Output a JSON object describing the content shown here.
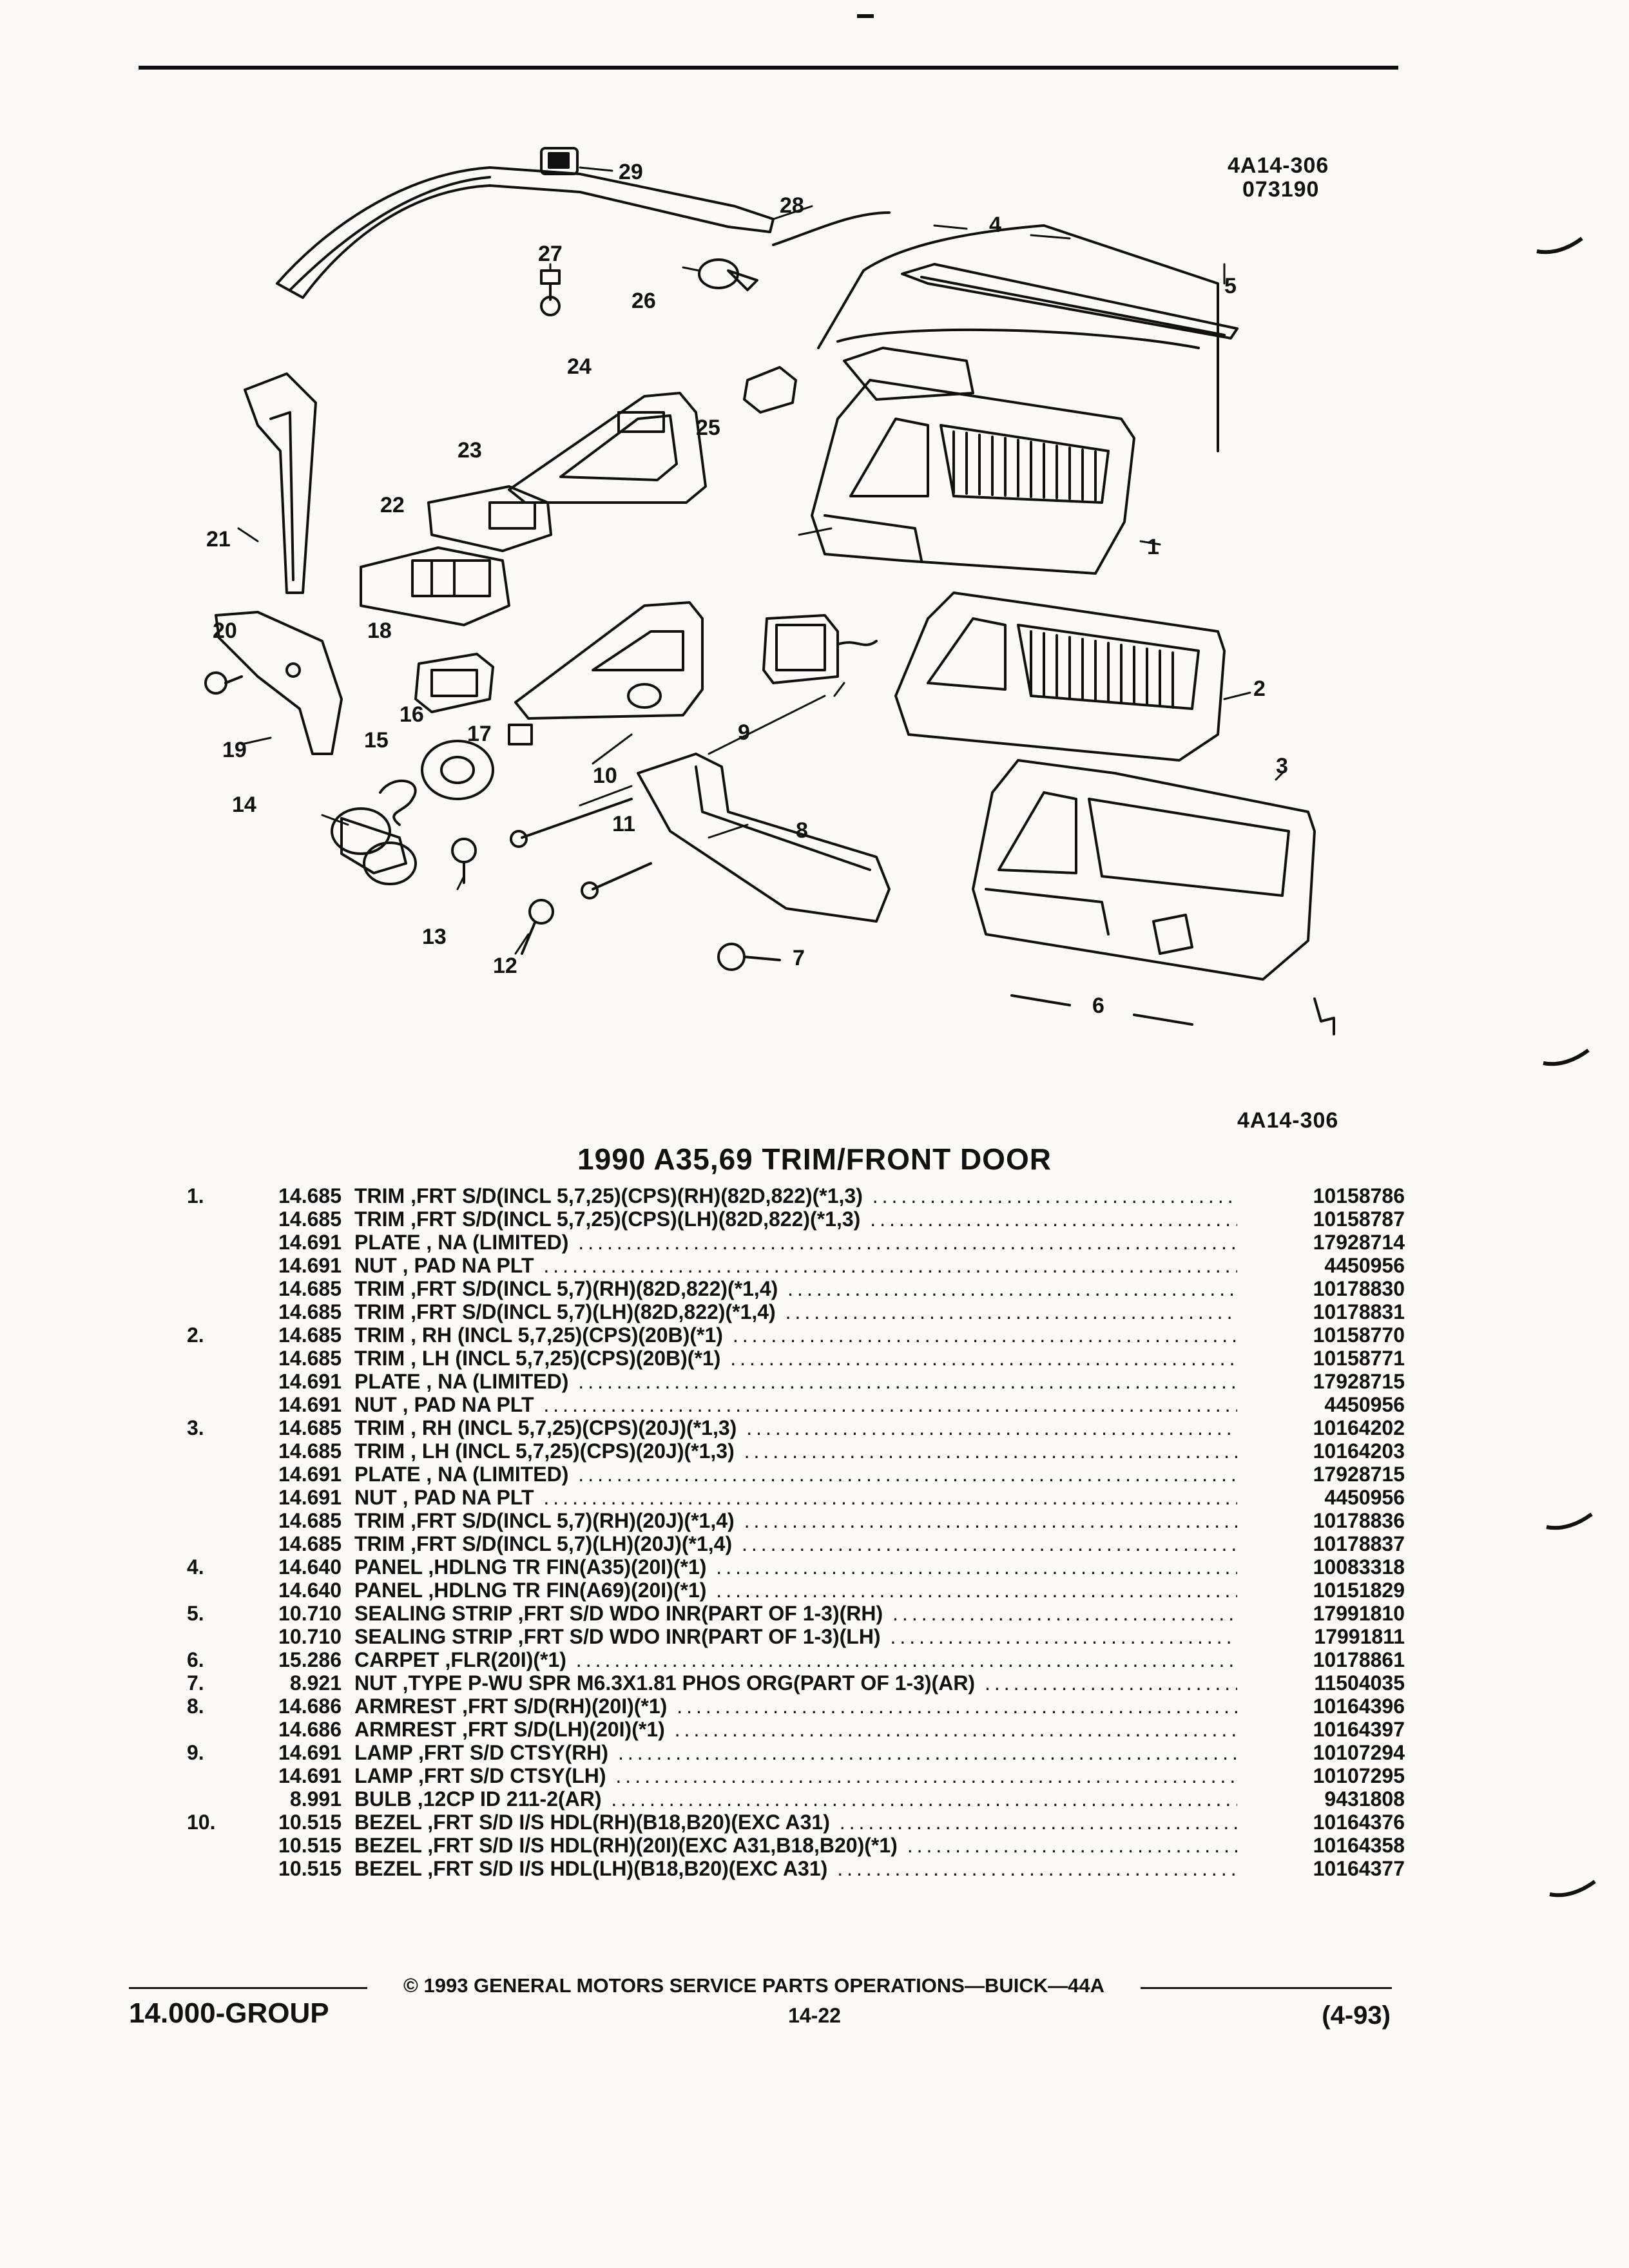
{
  "figure": {
    "id": "4A14-306",
    "date_code": "073190",
    "id_bottom": "4A14-306",
    "callouts": [
      "1",
      "2",
      "3",
      "4",
      "5",
      "6",
      "7",
      "8",
      "9",
      "10",
      "11",
      "12",
      "13",
      "14",
      "15",
      "16",
      "17",
      "18",
      "19",
      "20",
      "21",
      "22",
      "23",
      "24",
      "25",
      "26",
      "27",
      "28",
      "29"
    ]
  },
  "section_title": "1990 A35,69 TRIM/FRONT DOOR",
  "parts": [
    {
      "ref": "1.",
      "group": "14.685",
      "desc": "TRIM ,FRT S/D(INCL 5,7,25)(CPS)(RH)(82D,822)(*1,3)",
      "part": "10158786"
    },
    {
      "ref": "",
      "group": "14.685",
      "desc": "TRIM ,FRT S/D(INCL 5,7,25)(CPS)(LH)(82D,822)(*1,3)",
      "part": "10158787"
    },
    {
      "ref": "",
      "group": "14.691",
      "desc": "PLATE , NA (LIMITED)",
      "part": "17928714"
    },
    {
      "ref": "",
      "group": "14.691",
      "desc": "NUT , PAD NA PLT",
      "part": "4450956"
    },
    {
      "ref": "",
      "group": "14.685",
      "desc": "TRIM ,FRT S/D(INCL 5,7)(RH)(82D,822)(*1,4)",
      "part": "10178830"
    },
    {
      "ref": "",
      "group": "14.685",
      "desc": "TRIM ,FRT S/D(INCL 5,7)(LH)(82D,822)(*1,4)",
      "part": "10178831"
    },
    {
      "ref": "2.",
      "group": "14.685",
      "desc": "TRIM , RH (INCL 5,7,25)(CPS)(20B)(*1)",
      "part": "10158770"
    },
    {
      "ref": "",
      "group": "14.685",
      "desc": "TRIM , LH (INCL 5,7,25)(CPS)(20B)(*1)",
      "part": "10158771"
    },
    {
      "ref": "",
      "group": "14.691",
      "desc": "PLATE , NA (LIMITED)",
      "part": "17928715"
    },
    {
      "ref": "",
      "group": "14.691",
      "desc": "NUT , PAD NA PLT",
      "part": "4450956"
    },
    {
      "ref": "3.",
      "group": "14.685",
      "desc": "TRIM , RH (INCL 5,7,25)(CPS)(20J)(*1,3)",
      "part": "10164202"
    },
    {
      "ref": "",
      "group": "14.685",
      "desc": "TRIM , LH (INCL 5,7,25)(CPS)(20J)(*1,3)",
      "part": "10164203"
    },
    {
      "ref": "",
      "group": "14.691",
      "desc": "PLATE , NA (LIMITED)",
      "part": "17928715"
    },
    {
      "ref": "",
      "group": "14.691",
      "desc": "NUT , PAD NA PLT",
      "part": "4450956"
    },
    {
      "ref": "",
      "group": "14.685",
      "desc": "TRIM ,FRT S/D(INCL 5,7)(RH)(20J)(*1,4)",
      "part": "10178836"
    },
    {
      "ref": "",
      "group": "14.685",
      "desc": "TRIM ,FRT S/D(INCL 5,7)(LH)(20J)(*1,4)",
      "part": "10178837"
    },
    {
      "ref": "4.",
      "group": "14.640",
      "desc": "PANEL ,HDLNG TR FIN(A35)(20I)(*1)",
      "part": "10083318"
    },
    {
      "ref": "",
      "group": "14.640",
      "desc": "PANEL ,HDLNG TR FIN(A69)(20I)(*1)",
      "part": "10151829"
    },
    {
      "ref": "5.",
      "group": "10.710",
      "desc": "SEALING STRIP ,FRT S/D WDO INR(PART OF 1-3)(RH)",
      "part": "17991810"
    },
    {
      "ref": "",
      "group": "10.710",
      "desc": "SEALING STRIP ,FRT S/D WDO INR(PART OF 1-3)(LH)",
      "part": "17991811"
    },
    {
      "ref": "6.",
      "group": "15.286",
      "desc": "CARPET ,FLR(20I)(*1)",
      "part": "10178861"
    },
    {
      "ref": "7.",
      "group": "8.921",
      "desc": "NUT ,TYPE P-WU SPR M6.3X1.81 PHOS ORG(PART OF 1-3)(AR)",
      "part": "11504035"
    },
    {
      "ref": "8.",
      "group": "14.686",
      "desc": "ARMREST ,FRT S/D(RH)(20I)(*1)",
      "part": "10164396"
    },
    {
      "ref": "",
      "group": "14.686",
      "desc": "ARMREST ,FRT S/D(LH)(20I)(*1)",
      "part": "10164397"
    },
    {
      "ref": "9.",
      "group": "14.691",
      "desc": "LAMP ,FRT S/D CTSY(RH)",
      "part": "10107294"
    },
    {
      "ref": "",
      "group": "14.691",
      "desc": "LAMP ,FRT S/D CTSY(LH)",
      "part": "10107295"
    },
    {
      "ref": "",
      "group": "8.991",
      "desc": "BULB ,12CP ID 211-2(AR)",
      "part": "9431808"
    },
    {
      "ref": "10.",
      "group": "10.515",
      "desc": "BEZEL ,FRT S/D I/S HDL(RH)(B18,B20)(EXC A31)",
      "part": "10164376"
    },
    {
      "ref": "",
      "group": "10.515",
      "desc": "BEZEL ,FRT S/D I/S HDL(RH)(20I)(EXC A31,B18,B20)(*1)",
      "part": "10164358"
    },
    {
      "ref": "",
      "group": "10.515",
      "desc": "BEZEL ,FRT S/D I/S HDL(LH)(B18,B20)(EXC A31)",
      "part": "10164377"
    }
  ],
  "footer": {
    "copyright": "© 1993 GENERAL MOTORS SERVICE PARTS OPERATIONS—BUICK—44A",
    "group": "14.000-GROUP",
    "page": "14-22",
    "revision": "(4-93)"
  }
}
